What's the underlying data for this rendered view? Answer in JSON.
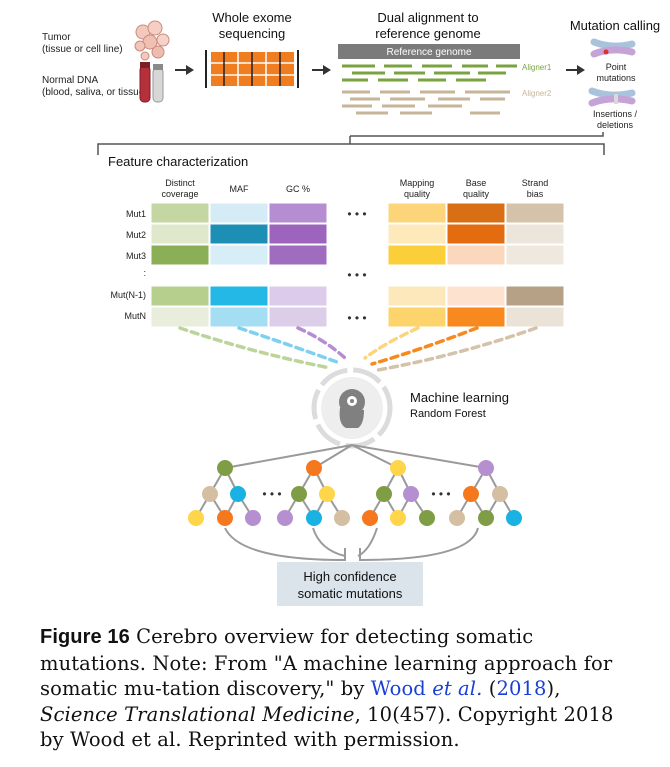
{
  "pipeline": {
    "tumor_label": "Tumor",
    "tumor_sub": "(tissue or cell line)",
    "normal_label": "Normal DNA",
    "normal_sub": "(blood, saliva, or tissue)",
    "wes_line1": "Whole exome",
    "wes_line2": "sequencing",
    "dual_line1": "Dual alignment to",
    "dual_line2": "reference genome",
    "ref_genome": "Reference genome",
    "aligner1": "Aligner1",
    "aligner2": "Aligner2",
    "mut_calling": "Mutation calling",
    "point_line1": "Point",
    "point_line2": "mutations",
    "indel_line1": "Insertions /",
    "indel_line2": "deletions"
  },
  "features": {
    "title": "Feature characterization",
    "columns": [
      {
        "line1": "Distinct",
        "line2": "coverage"
      },
      {
        "line1": "MAF",
        "line2": ""
      },
      {
        "line1": "GC %",
        "line2": ""
      },
      {
        "line1": "Mapping",
        "line2": "quality"
      },
      {
        "line1": "Base",
        "line2": "quality"
      },
      {
        "line1": "Strand",
        "line2": "bias"
      }
    ],
    "rows": [
      "Mut1",
      "Mut2",
      "Mut3",
      ":",
      "Mut(N-1)",
      "MutN"
    ],
    "ellipsis": "• • •",
    "colors": [
      [
        "#c4d7a2",
        "#d5ecf6",
        "#b48ed0",
        "#fcd57a",
        "#d96f14",
        "#d4c3aa"
      ],
      [
        "#dfe8cb",
        "#1d8fb4",
        "#9c64bc",
        "#fde9b9",
        "#e46c10",
        "#ece5dc"
      ],
      [
        "#8aaf56",
        "#d7eef8",
        "#9f6cbf",
        "#fbcf39",
        "#fbd8bd",
        "#efe8df"
      ],
      [
        "#b6cf8d",
        "#23b8e5",
        "#dccbea",
        "#fde8bc",
        "#fde2cf",
        "#b6a186"
      ],
      [
        "#e8eedb",
        "#a5ddf3",
        "#dccde9",
        "#fdd46c",
        "#f7891f",
        "#ebe3d8"
      ]
    ]
  },
  "ml": {
    "title": "Machine learning",
    "subtitle": "Random Forest",
    "dots": "• • •",
    "node_colors": {
      "green": "#7e9d45",
      "orange": "#f5781f",
      "yellow": "#ffd54a",
      "purple": "#b58fd0",
      "tan": "#d4bfa3",
      "blue": "#1ab2e3"
    }
  },
  "result": {
    "line1": "High confidence",
    "line2": "somatic mutations"
  },
  "caption": {
    "label": "Figure 16",
    "text1": " Cerebro overview for detecting somatic mutations. Note: From \"A machine learning approach for somatic mu-tation discovery,\" by ",
    "author": "Wood ",
    "etal": "et al.",
    "p1": " (",
    "year": "2018",
    "p2": "), ",
    "journal": "Science Translational Medicine",
    "text2": ", 10(457). Copyright 2018 by Wood et al. Reprinted with permission."
  }
}
